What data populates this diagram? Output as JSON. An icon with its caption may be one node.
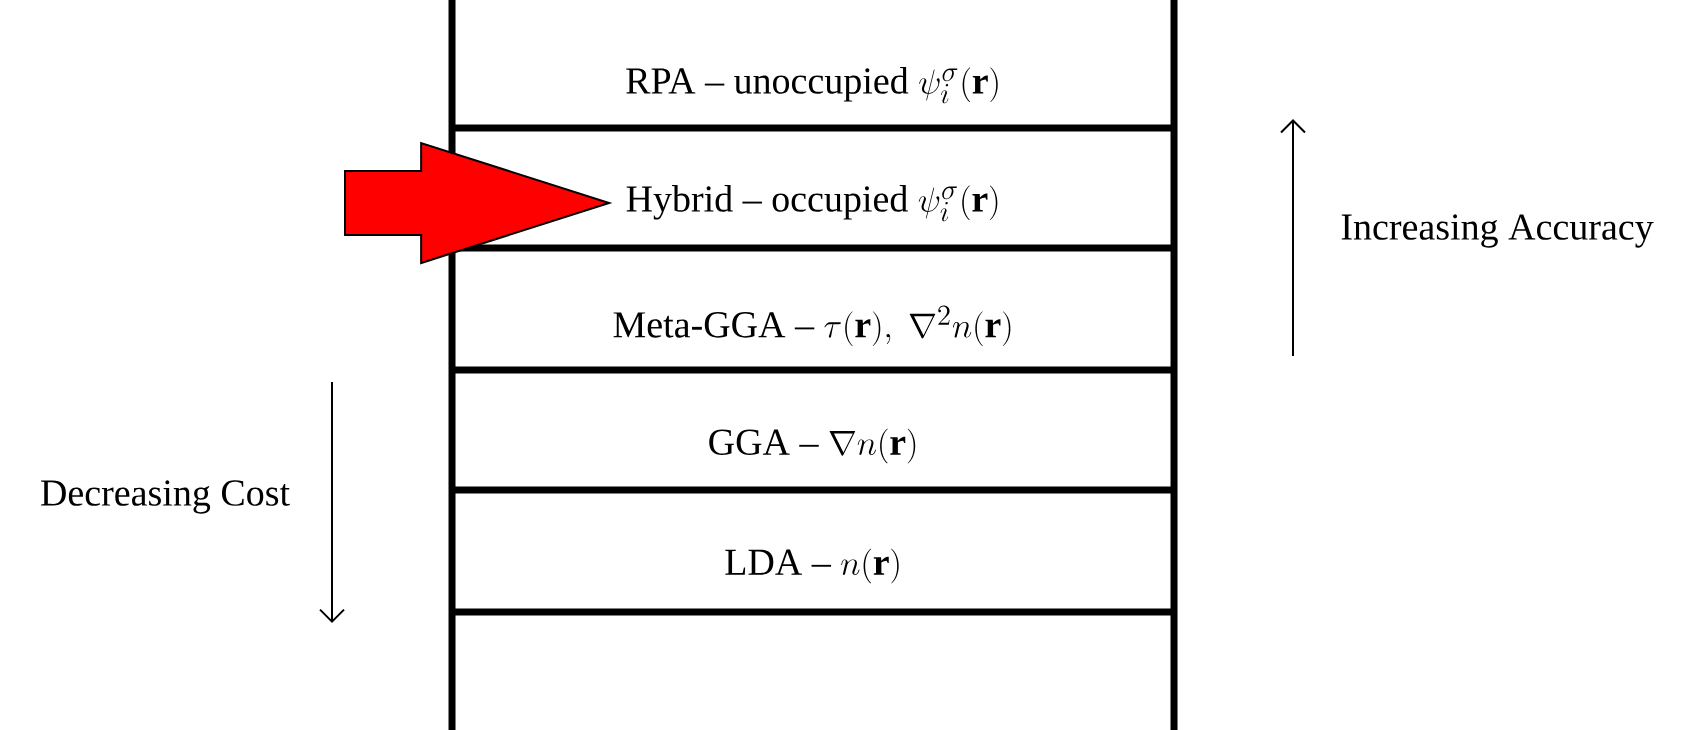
{
  "diagram": {
    "nodes": [
      {
        "text": [
          "RPA – unoccupied",
          "\\psi_i^\\sigma(\\mathbf{r})"
        ]
      },
      {
        "text": [
          "Hybrid – occupied",
          "\\psi_i^\\sigma(\\mathbf{r})"
        ]
      },
      {
        "text": [
          "Meta-GGA –",
          "\\tau(\\mathbf{r}),\\ \\nabla^2 n(\\mathbf{r})"
        ]
      },
      {
        "text": [
          "GGA –",
          "\\nabla n(\\mathbf{r})"
        ]
      },
      {
        "text": [
          "LDA –",
          "n(\\mathbf{r})"
        ]
      }
    ],
    "edges": [
      {
        "from": null,
        "to": 1,
        "arrow": "to",
        "color": "#ff0000"
      }
    ],
    "labels": [
      "Increasing Accuracy",
      "Decreasing Cost"
    ]
  }
}
